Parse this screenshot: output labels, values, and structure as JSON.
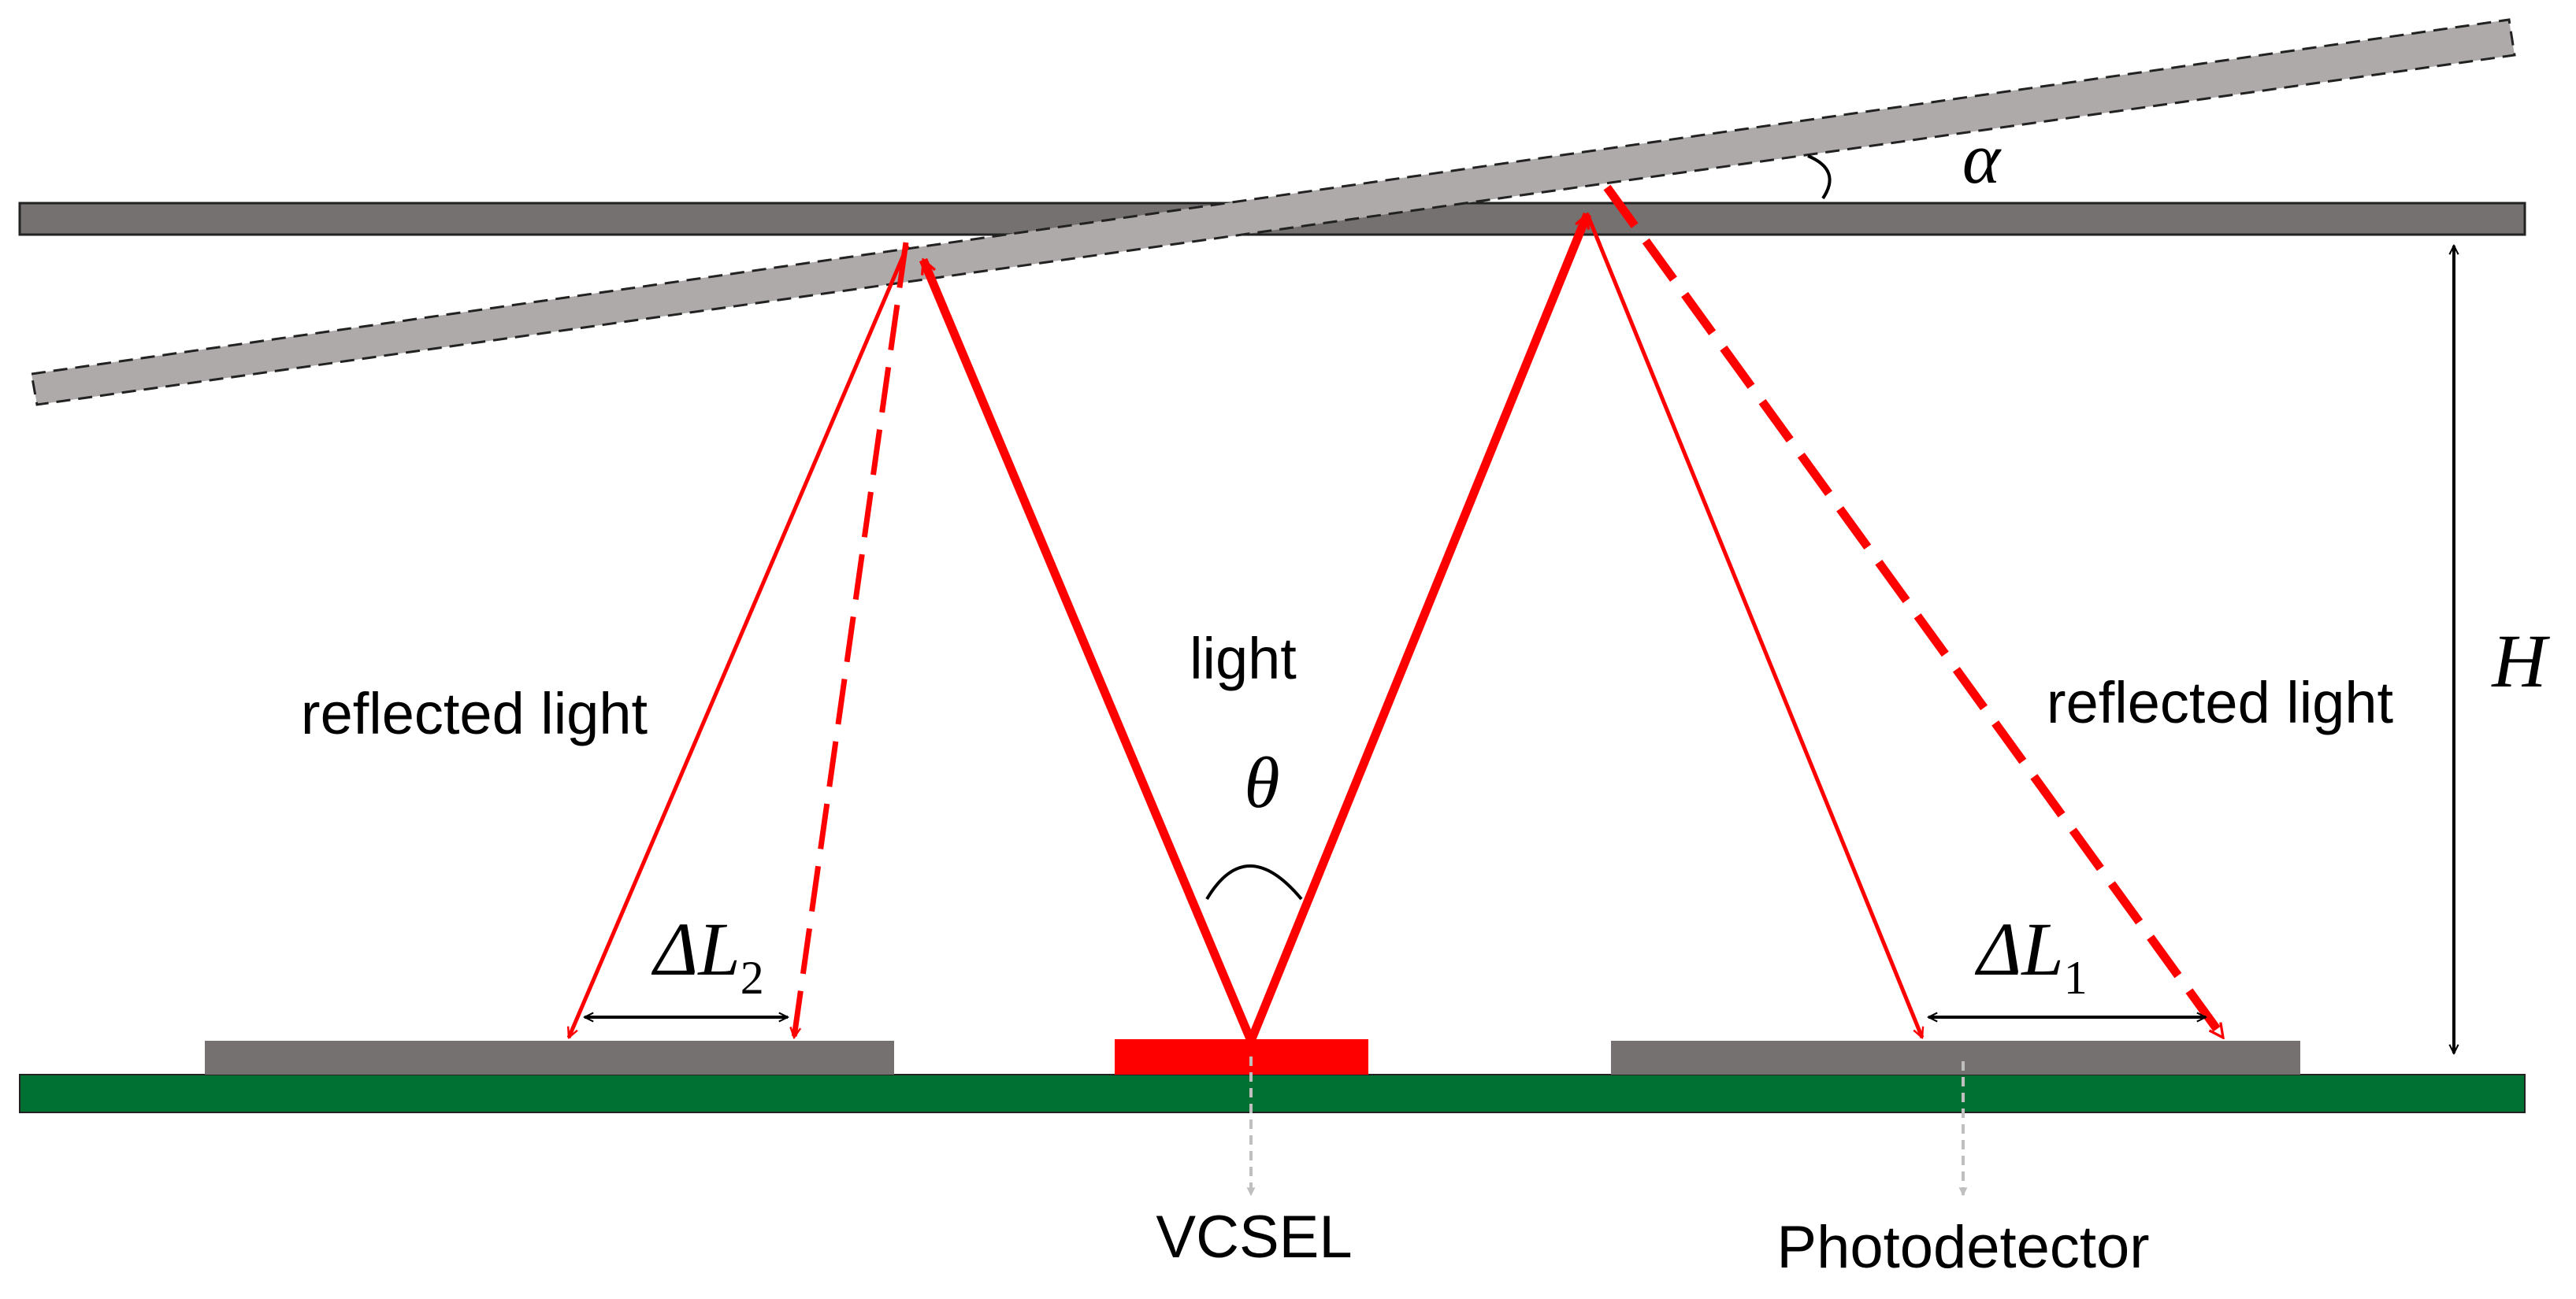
{
  "colors": {
    "ceiling": "#757170",
    "tilted_plate": "#aeaaaa",
    "substrate": "#007033",
    "detector": "#757170",
    "vcsel": "#ff0000",
    "beam": "#ff0000",
    "dim_arrow": "#000000",
    "guide_arrow": "#bfbfbf"
  },
  "labels": {
    "light": "light",
    "reflected_left": "reflected light",
    "reflected_right": "reflected light",
    "vcsel": "VCSEL",
    "photodetector": "Photodetector"
  },
  "symbols": {
    "alpha": "α",
    "theta": "θ",
    "height": "H",
    "delta_l2_base": "ΔL",
    "delta_l2_sub": "2",
    "delta_l1_base": "ΔL",
    "delta_l1_sub": "1"
  }
}
